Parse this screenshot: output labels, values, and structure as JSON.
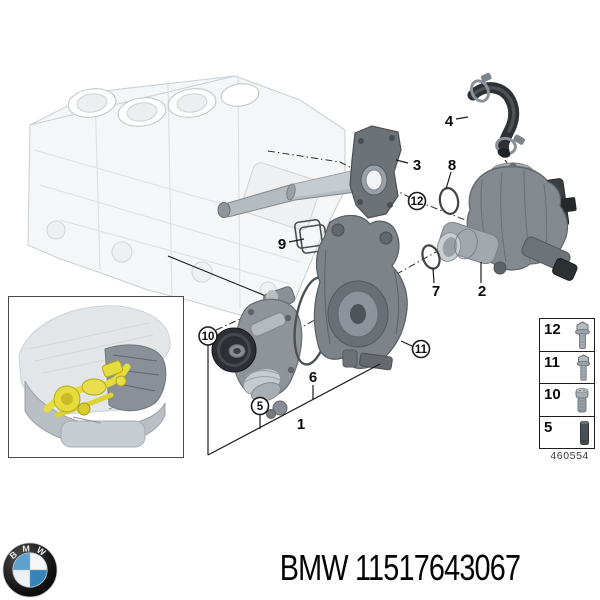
{
  "diagram": {
    "title_hint": "BMW engine cooling system water pump and thermostat exploded diagram",
    "callouts": {
      "p1": "1",
      "p2": "2",
      "p3": "3",
      "p4": "4",
      "p5": "5",
      "p6": "6",
      "p7": "7",
      "p8": "8",
      "p9": "9",
      "p10": "10",
      "p11": "11",
      "p12": "12"
    },
    "drawing_number": "460554"
  },
  "fasteners_table": {
    "rows": [
      {
        "label": "12",
        "icon": "hex-flange-bolt-icon"
      },
      {
        "label": "11",
        "icon": "hex-flange-bolt-icon"
      },
      {
        "label": "10",
        "icon": "socket-head-bolt-icon"
      },
      {
        "label": "5",
        "icon": "stud-bolt-icon"
      }
    ]
  },
  "footer": {
    "logo_text": "BMW",
    "part_label": "BMW 11517643067"
  },
  "colors": {
    "highlight_yellow": "#e3d83b",
    "bmw_blue": "#4292c6",
    "line_black": "#1a1a1a",
    "part_gray": "#84898f"
  }
}
